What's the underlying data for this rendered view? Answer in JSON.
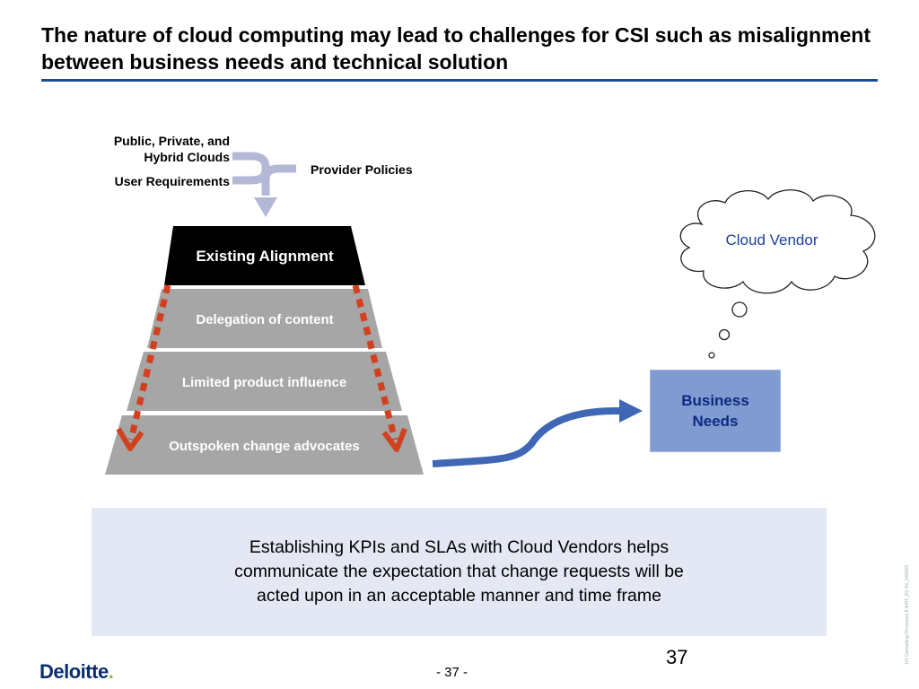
{
  "slide": {
    "title": "The nature of cloud computing may lead to challenges for CSI such as misalignment between business needs and technical solution"
  },
  "inputs": {
    "clouds": "Public, Private, and Hybrid Clouds",
    "user_requirements": "User Requirements",
    "provider_policies": "Provider Policies"
  },
  "pyramid": {
    "tiers": [
      "Existing Alignment",
      "Delegation of content",
      "Limited product influence",
      "Outspoken change advocates"
    ]
  },
  "cloud_vendor": "Cloud Vendor",
  "business_needs": "Business Needs",
  "callout_text": "Establishing KPIs and SLAs with Cloud Vendors helps communicate the expectation that change requests will be acted upon in an acceptable manner and time frame",
  "footer": {
    "page_number_large": "37",
    "page_number": "- 37 -",
    "logo_text": "Deloitte",
    "logo_dot": ".",
    "side_note": "US Consulting On-screen 8 WHT_R1 SV_043008"
  },
  "colors": {
    "title_rule": "#1f4aa0",
    "top_tier": "#000000",
    "tiers": "#a6a6a6",
    "dashed_arrows": "#d1401f",
    "merge_arrow": "#b3b8d6",
    "curved_arrow": "#3f67b5",
    "business_box": "#7f9bd1",
    "callout_bg": "#e3e8f4"
  }
}
